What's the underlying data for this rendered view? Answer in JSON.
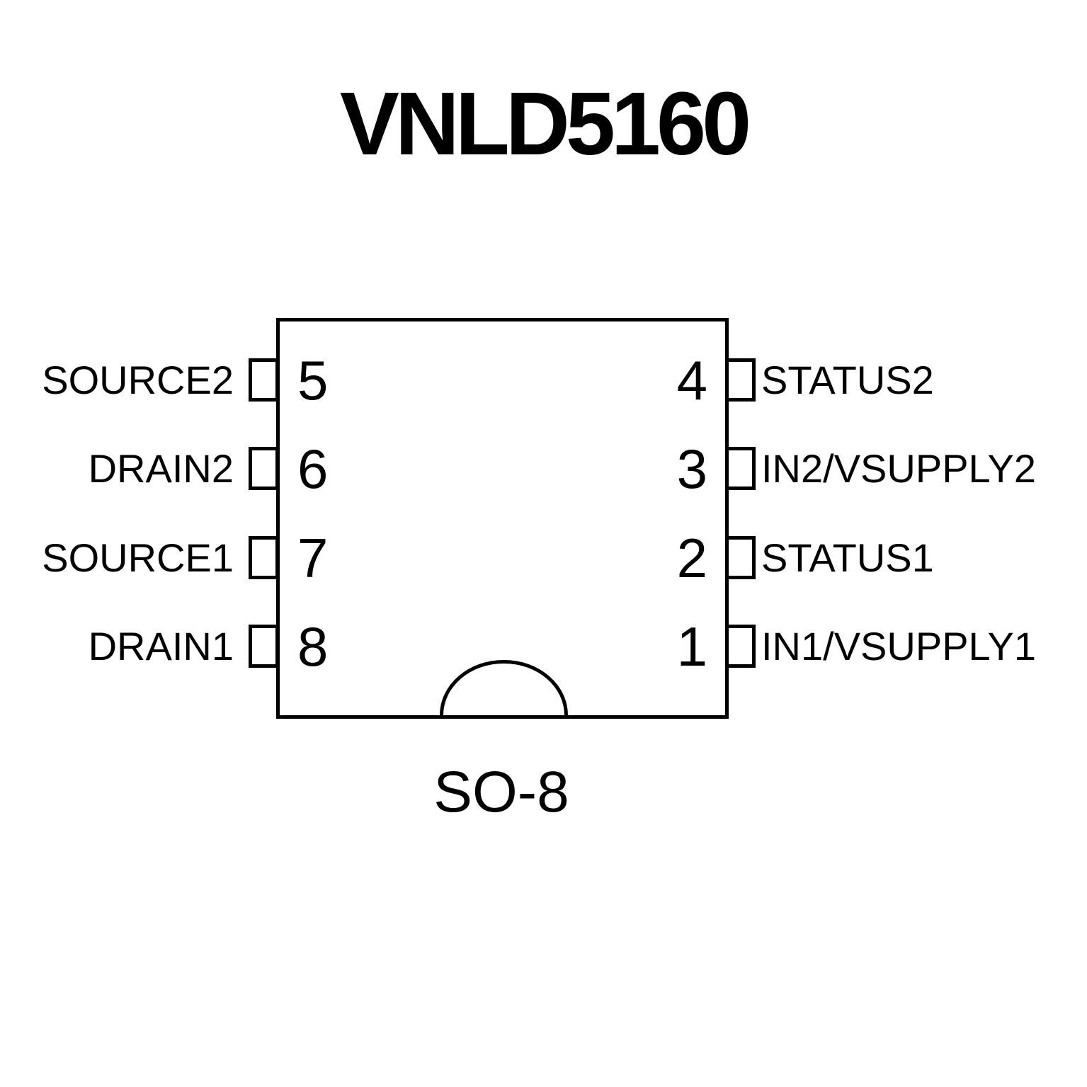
{
  "title": "VNLD5160",
  "package": "SO-8",
  "colors": {
    "ink": "#000000",
    "background": "#ffffff"
  },
  "diagram": {
    "type": "ic-pinout",
    "package_outline": "SO-8 top view, orientation notch on bottom edge",
    "pins": {
      "left": [
        {
          "number": "5",
          "name": "SOURCE2"
        },
        {
          "number": "6",
          "name": "DRAIN2"
        },
        {
          "number": "7",
          "name": "SOURCE1"
        },
        {
          "number": "8",
          "name": "DRAIN1"
        }
      ],
      "right": [
        {
          "number": "4",
          "name": "STATUS2"
        },
        {
          "number": "3",
          "name": "IN2/VSUPPLY2"
        },
        {
          "number": "2",
          "name": "STATUS1"
        },
        {
          "number": "1",
          "name": "IN1/VSUPPLY1"
        }
      ]
    }
  }
}
